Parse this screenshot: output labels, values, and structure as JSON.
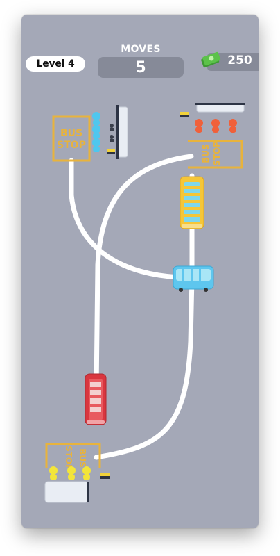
{
  "hud": {
    "level_label": "Level 4",
    "moves_label": "MOVES",
    "moves_value": "5",
    "money_value": "250"
  },
  "stops": {
    "top_left": {
      "line1": "BUS",
      "line2": "STOP"
    },
    "top_right": {
      "line1": "BUS",
      "line2": "STOP"
    },
    "bottom_left": {
      "line1": "BUS",
      "line2": "STOP"
    }
  },
  "colors": {
    "background": "#a4a8b7",
    "road": "#ffffff",
    "stop_marking": "#e8b33c",
    "passenger_blue": "#4fc7ee",
    "passenger_red": "#f0603a",
    "passenger_yellow": "#f3e53a",
    "bus_yellow": "#f5c637",
    "bus_blue": "#5ec6ee",
    "bus_red": "#d9363f",
    "money_green": "#5cc24a"
  }
}
